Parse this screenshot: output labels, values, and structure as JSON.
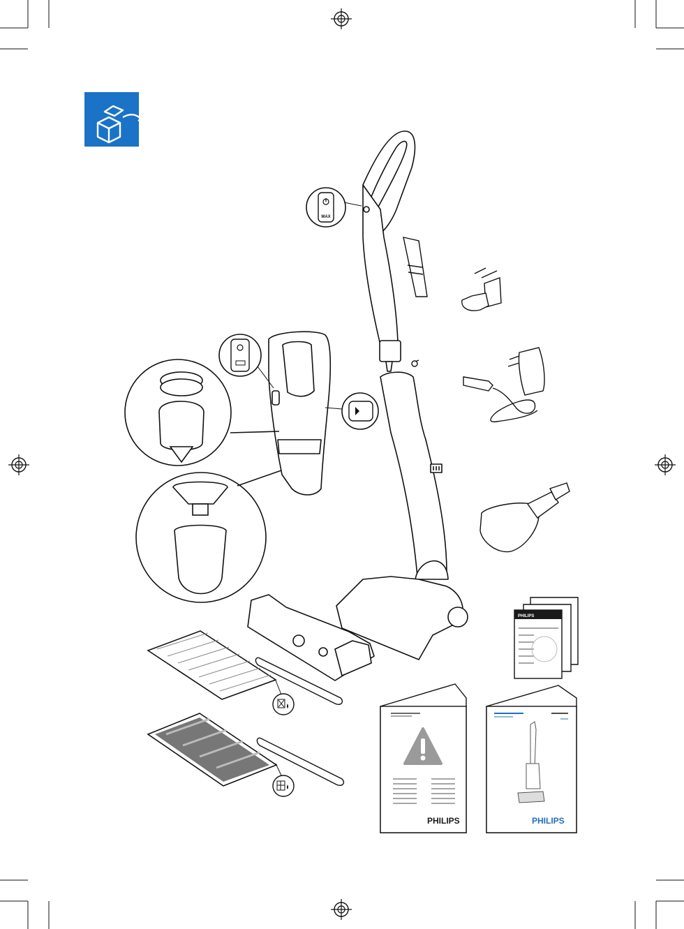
{
  "header": {
    "unpack_icon": "unpack-box-icon",
    "accent_color": "#1a73c6"
  },
  "buttons": {
    "handle_max_label": "MAX"
  },
  "booklets": {
    "small_brand": "PHILIPS",
    "safety_brand": "PHILIPS",
    "manual_brand": "PHILIPS",
    "brand_black": "#1a1a1a",
    "brand_blue": "#1f6fc0"
  },
  "icons": {
    "mop_cloth_dry": "dry-mop-cloth-icon",
    "mop_cloth_wet": "wet-mop-cloth-icon",
    "safety_warning": "warning-exclamation-icon",
    "registration_mark": "registration-target-icon"
  }
}
